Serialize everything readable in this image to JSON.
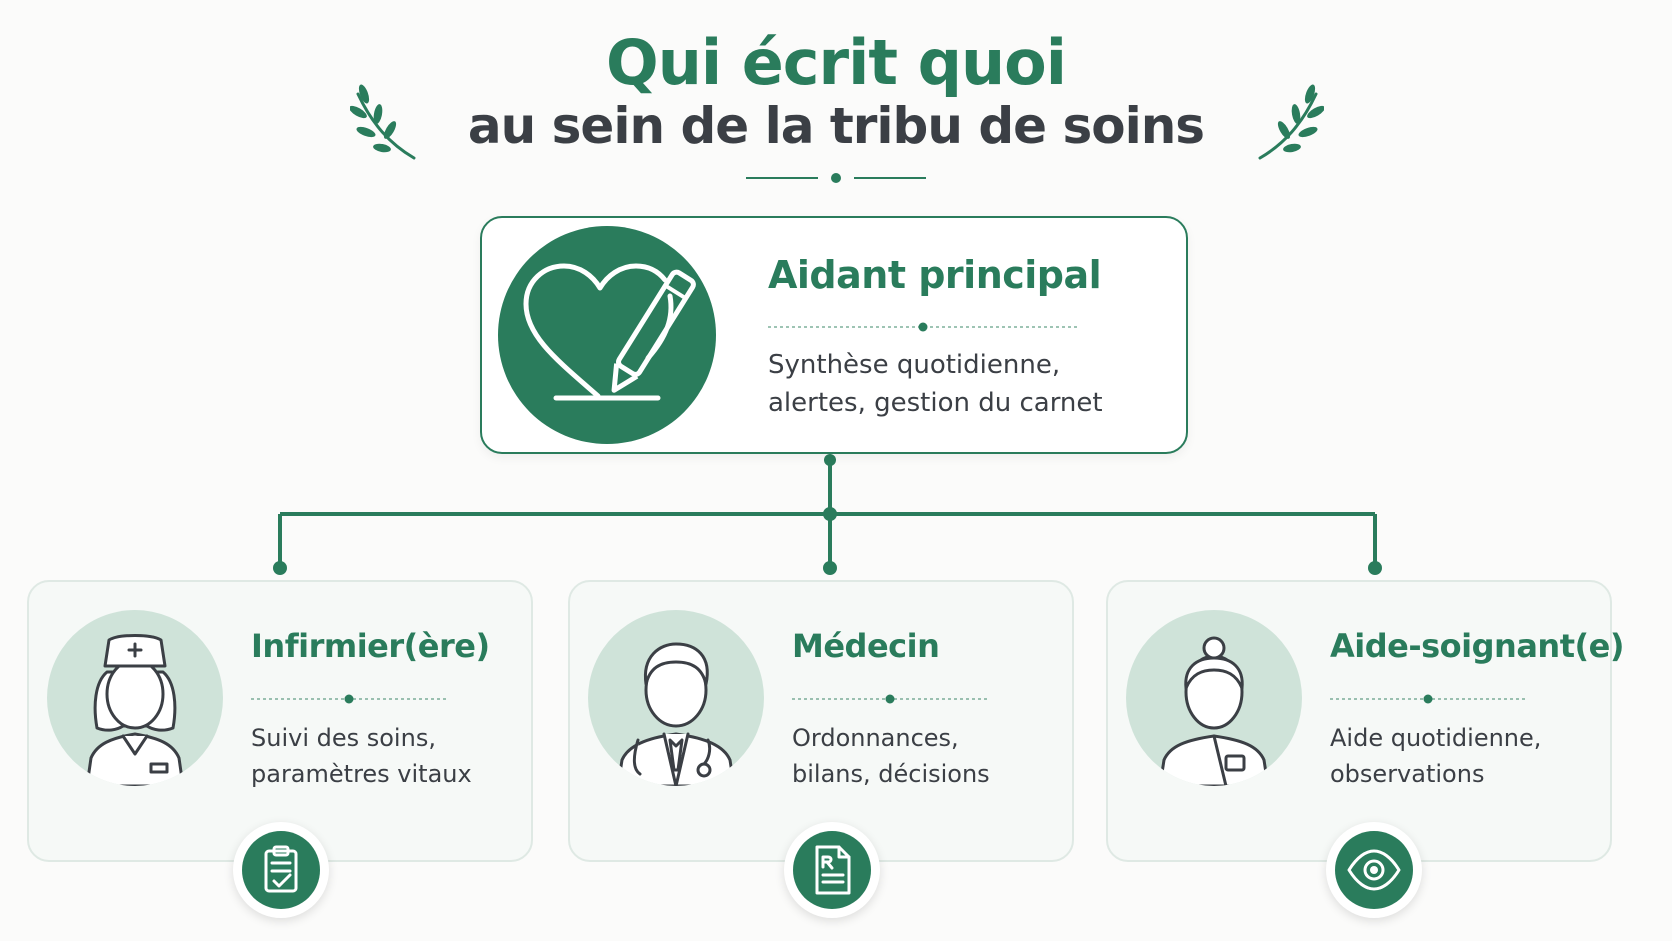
{
  "header": {
    "title_line1": "Qui écrit quoi",
    "title_line2": "au sein de la tribu de soins"
  },
  "colors": {
    "green": "#2a7c5c",
    "light_green": "#cfe3d9",
    "dark_text": "#3b3f45"
  },
  "primary": {
    "title": "Aidant principal",
    "desc_line1": "Synthèse quotidienne,",
    "desc_line2": "alertes, gestion du carnet",
    "icon": "heart-pen-icon"
  },
  "roles": [
    {
      "title": "Infirmier(ère)",
      "desc_line1": "Suivi des soins,",
      "desc_line2": "paramètres vitaux",
      "avatar": "nurse-avatar",
      "badge_icon": "clipboard-check-icon"
    },
    {
      "title": "Médecin",
      "desc_line1": "Ordonnances,",
      "desc_line2": "bilans, décisions",
      "avatar": "doctor-avatar",
      "badge_icon": "prescription-icon"
    },
    {
      "title": "Aide-soignant(e)",
      "desc_line1": "Aide quotidienne,",
      "desc_line2": "observations",
      "avatar": "caregiver-avatar",
      "badge_icon": "eye-icon"
    }
  ]
}
